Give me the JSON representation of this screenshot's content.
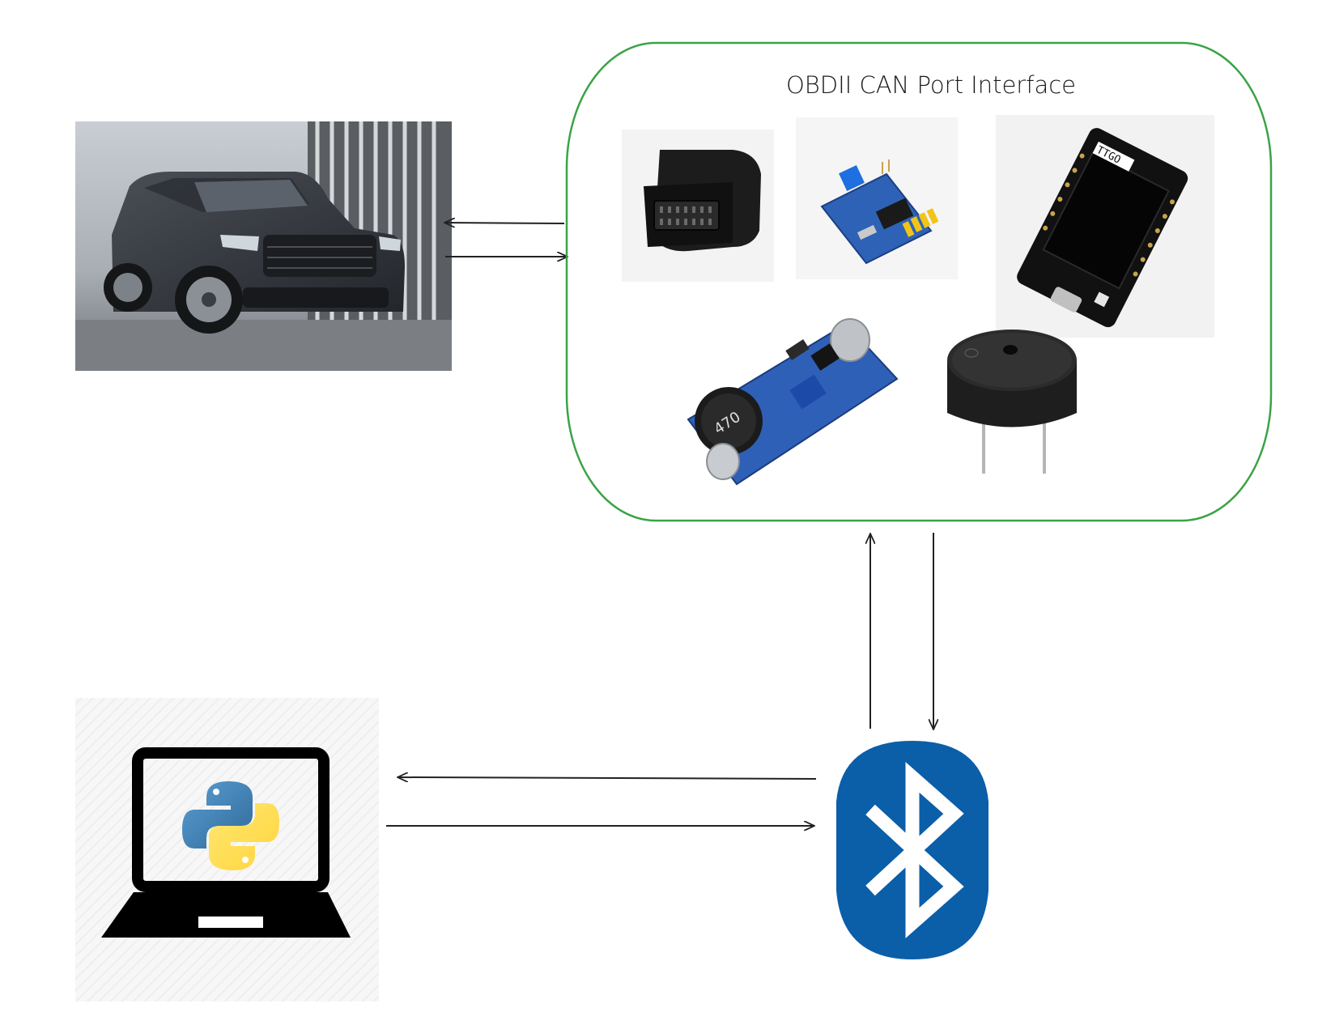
{
  "diagram": {
    "interface_box": {
      "title": "OBDII CAN Port Interface",
      "border_color": "#3aa346"
    },
    "nodes": [
      {
        "id": "vehicle",
        "kind": "photo",
        "subject": "dark SUV"
      },
      {
        "id": "obd-connector",
        "kind": "photo",
        "subject": "OBD-II plug"
      },
      {
        "id": "can-module",
        "kind": "photo",
        "subject": "blue CAN bus module"
      },
      {
        "id": "ttgo-board",
        "kind": "photo",
        "subject": "TTGO display board",
        "label": "TTGO"
      },
      {
        "id": "buck-converter",
        "kind": "photo",
        "subject": "DC-DC step-down module",
        "label": "470"
      },
      {
        "id": "buzzer",
        "kind": "photo",
        "subject": "piezo buzzer"
      },
      {
        "id": "laptop-python",
        "kind": "icon",
        "subject": "laptop with python logo"
      },
      {
        "id": "bluetooth",
        "kind": "icon",
        "subject": "bluetooth logo",
        "color": "#0b5ea8"
      }
    ],
    "edges": [
      {
        "from": "interface",
        "to": "vehicle"
      },
      {
        "from": "vehicle",
        "to": "interface"
      },
      {
        "from": "bluetooth",
        "to": "interface"
      },
      {
        "from": "interface",
        "to": "bluetooth"
      },
      {
        "from": "bluetooth",
        "to": "laptop-python"
      },
      {
        "from": "laptop-python",
        "to": "bluetooth"
      }
    ]
  }
}
